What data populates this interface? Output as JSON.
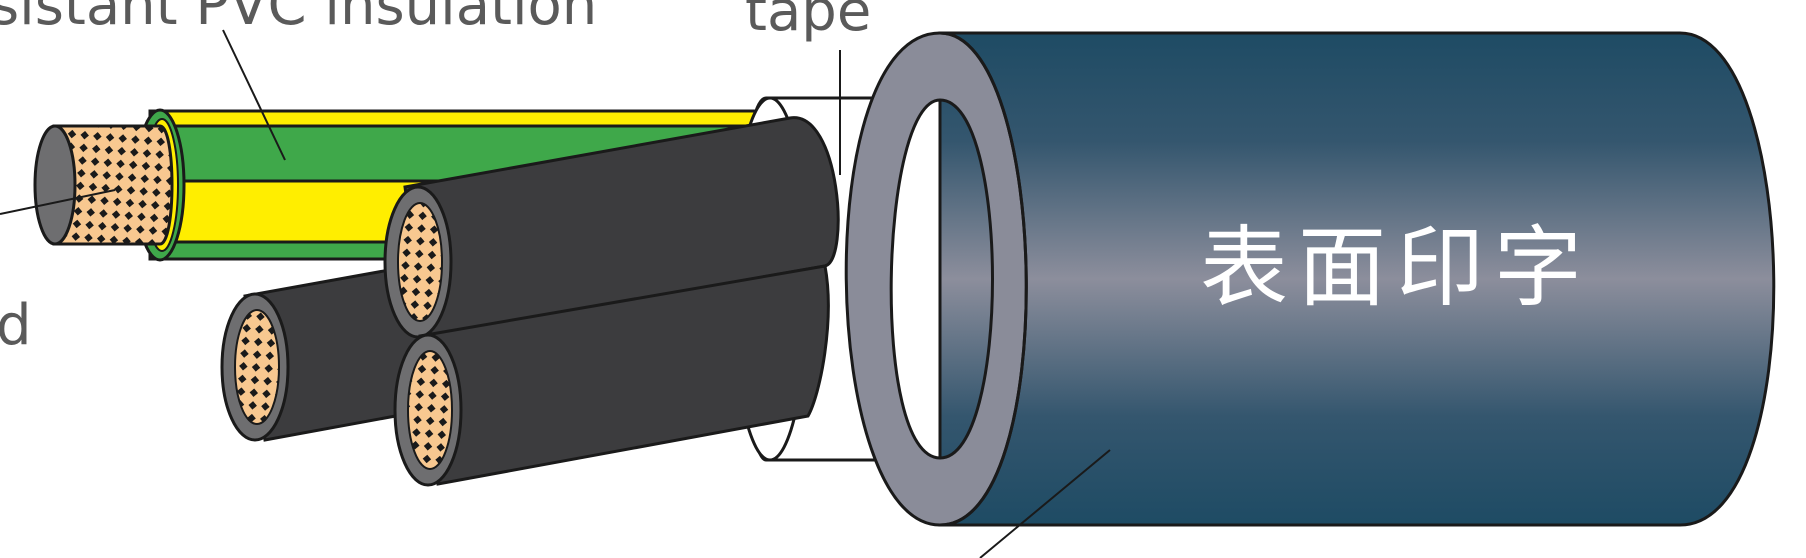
{
  "labels": {
    "insulation": "sistant PVC insulation",
    "tape": "tape",
    "conductor": "d"
  },
  "sheath": {
    "print": "表面印字"
  },
  "colors": {
    "sheath_dark": "#1e4a64",
    "sheath_light": "#8a8c99",
    "sheath_rim": "#8a8c99",
    "tape": "#ffffff",
    "core_black": "#3c3c3e",
    "core_green": "#3fa84a",
    "core_yellow": "#ffee00",
    "copper": "#f8c890",
    "conductor_end": "#6e6e70",
    "label_text": "#5a5a5a"
  }
}
